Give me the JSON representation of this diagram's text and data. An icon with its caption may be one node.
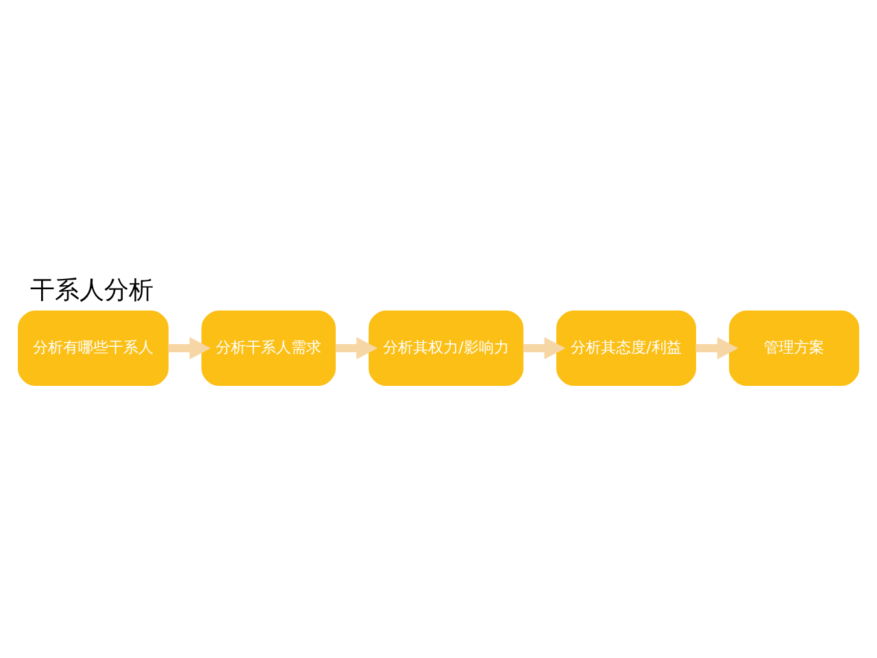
{
  "diagram": {
    "title": "干系人分析",
    "nodes": [
      {
        "text": [
          "分析有哪些干系人"
        ]
      },
      {
        "text": [
          "分析干系人需求"
        ]
      },
      {
        "text": [
          "分析其权力/影响力"
        ]
      },
      {
        "text": [
          "分析其态度/利益"
        ]
      },
      {
        "text": [
          "管理方案"
        ]
      }
    ],
    "edges": [
      {
        "from": 0,
        "to": 1,
        "arrow": "to"
      },
      {
        "from": 1,
        "to": 2,
        "arrow": "to"
      },
      {
        "from": 2,
        "to": 3,
        "arrow": "to"
      },
      {
        "from": 3,
        "to": 4,
        "arrow": "to"
      }
    ]
  }
}
